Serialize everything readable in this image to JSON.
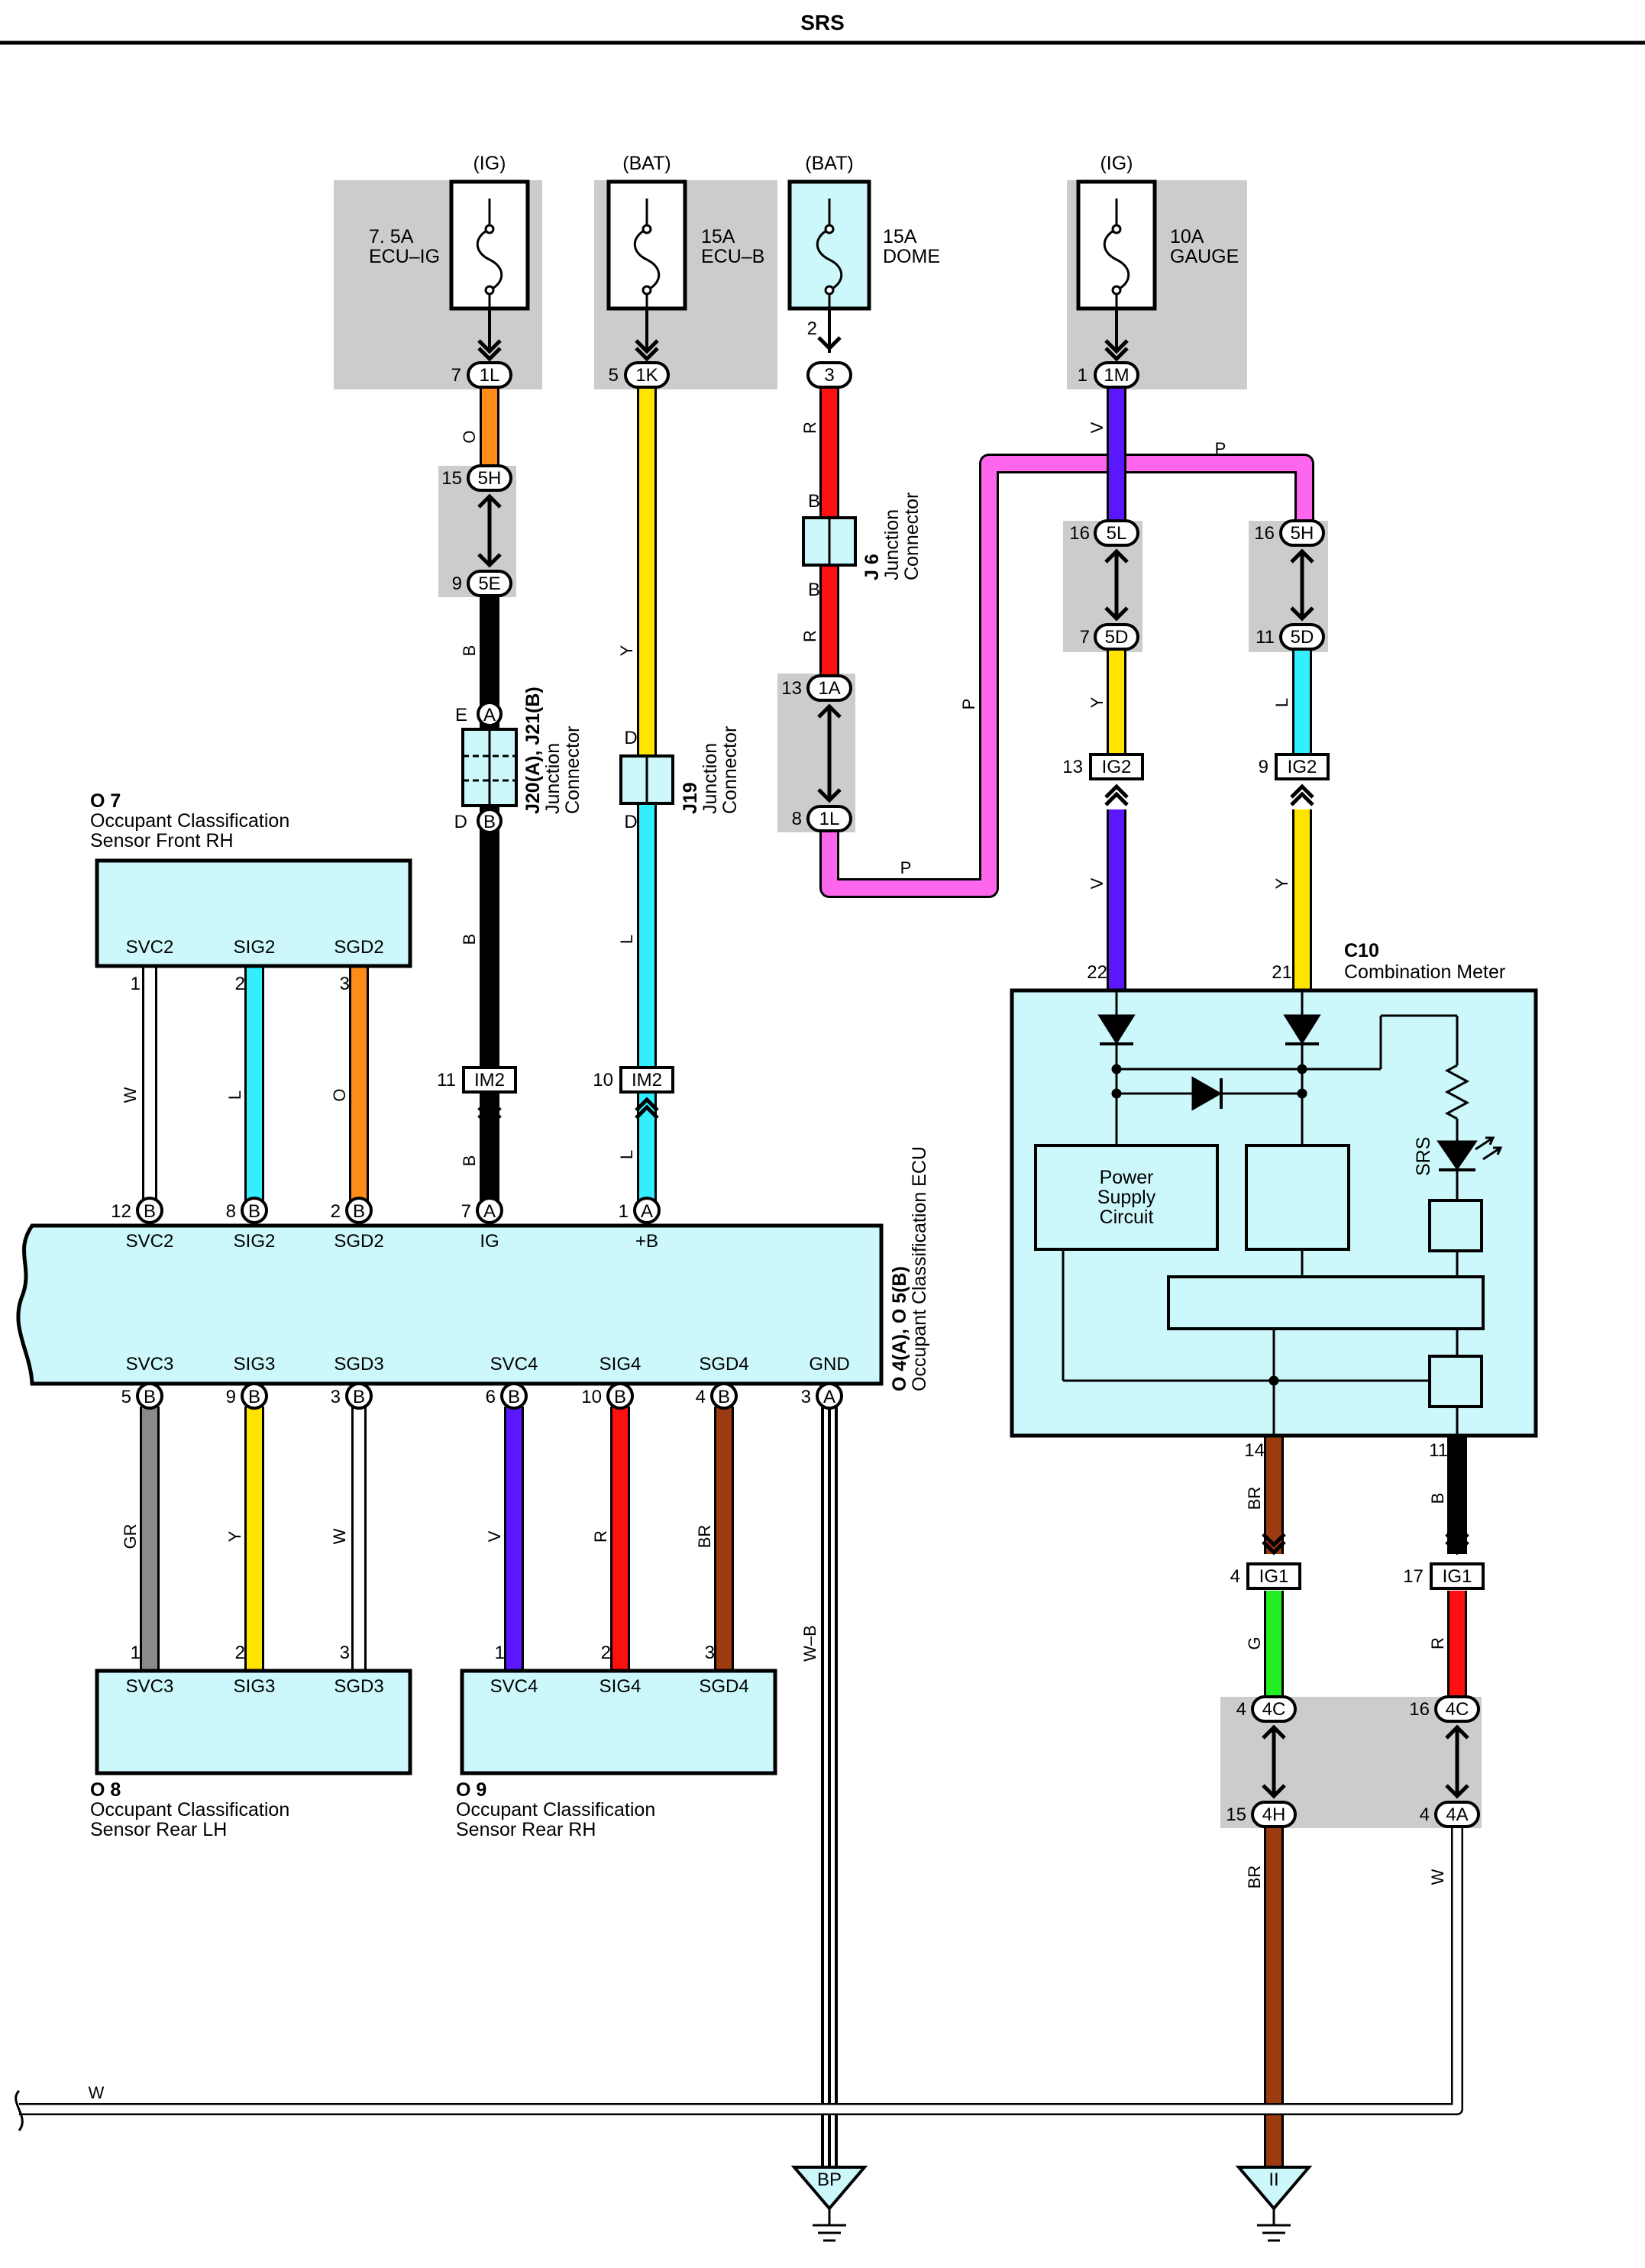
{
  "page": {
    "title": "SRS"
  },
  "colors": {
    "O": "#ff8c19",
    "Y": "#ffe400",
    "L": "#33eeff",
    "R": "#ff0f0f",
    "V": "#5b17ff",
    "P": "#ff66ee",
    "B": "#000000",
    "W": "#ffffff",
    "GR": "#8a8a8a",
    "BR": "#9c3a10",
    "G": "#22ee22",
    "box_fill": "#ccf8fb",
    "fuse_bg": "#cccccc"
  },
  "fuses": [
    {
      "source": "(IG)",
      "line1": "7. 5A",
      "line2": "ECU–IG",
      "fill": "white"
    },
    {
      "source": "(BAT)",
      "line1": "15A",
      "line2": "ECU–B",
      "fill": "white"
    },
    {
      "source": "(BAT)",
      "line1": "15A",
      "line2": "DOME",
      "fill": "cyan"
    },
    {
      "source": "(IG)",
      "line1": "10A",
      "line2": "GAUGE",
      "fill": "white"
    }
  ],
  "connectors": {
    "c_1L": {
      "label": "1L",
      "pin": "7"
    },
    "c_1K": {
      "label": "1K",
      "pin": "5"
    },
    "c_3": {
      "label": "3",
      "pin": "2"
    },
    "c_1M": {
      "label": "1M",
      "pin": "1"
    },
    "c_5H_a": {
      "label": "5H",
      "pin": "15"
    },
    "c_5E": {
      "label": "5E",
      "pin": "9"
    },
    "c_1A": {
      "label": "1A",
      "pin": "13"
    },
    "c_1L_b": {
      "label": "1L",
      "pin": "8"
    },
    "c_5L": {
      "label": "5L",
      "pin": "16"
    },
    "c_5D_a": {
      "label": "5D",
      "pin": "7"
    },
    "c_5H_b": {
      "label": "5H",
      "pin": "16"
    },
    "c_5D_b": {
      "label": "5D",
      "pin": "11"
    },
    "c_IG2_a": {
      "label": "IG2",
      "pin": "13"
    },
    "c_IG2_b": {
      "label": "IG2",
      "pin": "9"
    },
    "c_IM2_a": {
      "label": "IM2",
      "pin": "11"
    },
    "c_IM2_b": {
      "label": "IM2",
      "pin": "10"
    },
    "c_IG1_a": {
      "label": "IG1",
      "pin": "4"
    },
    "c_IG1_b": {
      "label": "IG1",
      "pin": "17"
    },
    "c_4C_a": {
      "label": "4C",
      "pin": "4"
    },
    "c_4H": {
      "label": "4H",
      "pin": "15"
    },
    "c_4C_b": {
      "label": "4C",
      "pin": "16"
    },
    "c_4A": {
      "label": "4A",
      "pin": "4"
    }
  },
  "junctions": {
    "j20": {
      "code": "J20(A), J21(B)",
      "name": "Junction Connector",
      "top_letter": "E",
      "top_pin": "A",
      "bot_letter": "D",
      "bot_pin": "B"
    },
    "j19": {
      "code": "J19",
      "name": "Junction Connector",
      "top_letter": "D",
      "bot_letter": "D"
    },
    "j6": {
      "code": "J 6",
      "name": "Junction Connector",
      "top_letter": "B",
      "bot_letter": "B"
    }
  },
  "ecu": {
    "code": "O 4(A), O 5(B)",
    "name": "Occupant Classification ECU",
    "top_pins": [
      {
        "pin": "12",
        "conn": "B",
        "label": "SVC2"
      },
      {
        "pin": "8",
        "conn": "B",
        "label": "SIG2"
      },
      {
        "pin": "2",
        "conn": "B",
        "label": "SGD2"
      },
      {
        "pin": "7",
        "conn": "A",
        "label": "IG"
      },
      {
        "pin": "1",
        "conn": "A",
        "label": "+B"
      }
    ],
    "bottom_pins": [
      {
        "pin": "5",
        "conn": "B",
        "label": "SVC3"
      },
      {
        "pin": "9",
        "conn": "B",
        "label": "SIG3"
      },
      {
        "pin": "3",
        "conn": "B",
        "label": "SGD3"
      },
      {
        "pin": "6",
        "conn": "B",
        "label": "SVC4"
      },
      {
        "pin": "10",
        "conn": "B",
        "label": "SIG4"
      },
      {
        "pin": "4",
        "conn": "B",
        "label": "SGD4"
      },
      {
        "pin": "3",
        "conn": "A",
        "label": "GND"
      }
    ]
  },
  "sensors": {
    "o7": {
      "code": "O 7",
      "line1": "Occupant Classification",
      "line2": "Sensor Front RH",
      "pins": [
        {
          "pin": "1",
          "label": "SVC2"
        },
        {
          "pin": "2",
          "label": "SIG2"
        },
        {
          "pin": "3",
          "label": "SGD2"
        }
      ]
    },
    "o8": {
      "code": "O 8",
      "line1": "Occupant Classification",
      "line2": "Sensor Rear LH",
      "pins": [
        {
          "pin": "1",
          "label": "SVC3"
        },
        {
          "pin": "2",
          "label": "SIG3"
        },
        {
          "pin": "3",
          "label": "SGD3"
        }
      ]
    },
    "o9": {
      "code": "O 9",
      "line1": "Occupant Classification",
      "line2": "Sensor Rear RH",
      "pins": [
        {
          "pin": "1",
          "label": "SVC4"
        },
        {
          "pin": "2",
          "label": "SIG4"
        },
        {
          "pin": "3",
          "label": "SGD4"
        }
      ]
    }
  },
  "meter": {
    "code": "C10",
    "name": "Combination Meter",
    "pin_in_left": "22",
    "pin_in_right": "21",
    "pin_out_left": "14",
    "pin_out_right": "11",
    "power_supply": [
      "Power",
      "Supply",
      "Circuit"
    ],
    "srs_label": "SRS"
  },
  "wire_labels": {
    "w_ig_top": "O",
    "w_ig_mid": "B",
    "w_ig_low": "B",
    "w_ig_bot": "B",
    "w_bat_top": "Y",
    "w_bat_low": "L",
    "w_bat_bot": "L",
    "w_dome_top": "R",
    "w_dome_mid": "R",
    "w_p_vert": "P",
    "w_p_bot": "P",
    "w_p_top": "P",
    "w_v_top": "V",
    "w_y_mid": "Y",
    "w_l_mid": "L",
    "w_v_low": "V",
    "w_y_low": "Y",
    "w_s1": "W",
    "w_s2": "L",
    "w_s3": "O",
    "w_r1": "GR",
    "w_r2": "Y",
    "w_r3": "W",
    "w_r4": "V",
    "w_r5": "R",
    "w_r6": "BR",
    "w_gnd": "W–B",
    "w_br1": "BR",
    "w_b1": "B",
    "w_g": "G",
    "w_r": "R",
    "w_br2": "BR",
    "w_w2": "W",
    "w_bottom": "W"
  },
  "grounds": {
    "g1": "BP",
    "g2": "II"
  }
}
